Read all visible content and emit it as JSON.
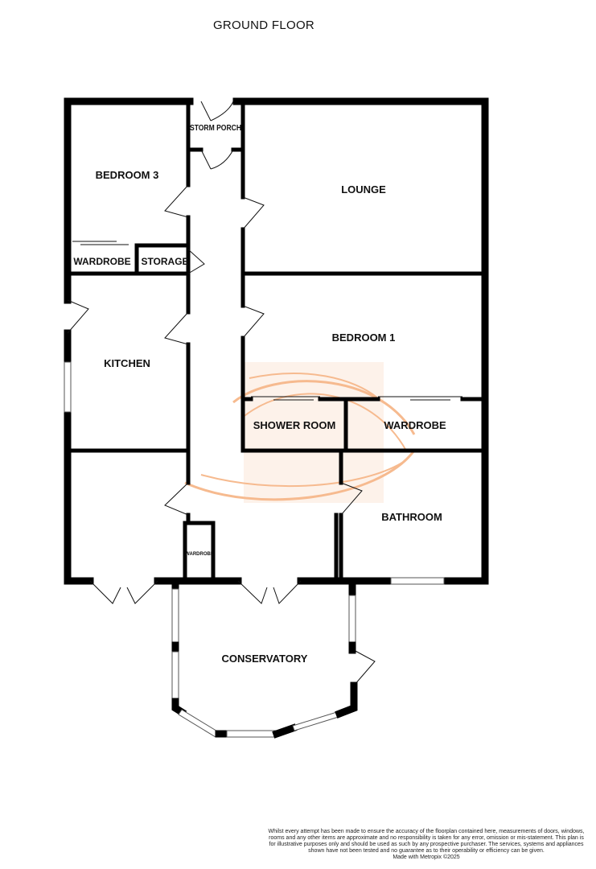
{
  "floor_title": "GROUND FLOOR",
  "rooms": {
    "bedroom3": "BEDROOM 3",
    "storm_porch": "STORM PORCH",
    "lounge": "LOUNGE",
    "wardrobe_b3": "WARDROBE",
    "storage": "STORAGE",
    "kitchen": "KITCHEN",
    "bedroom1": "BEDROOM 1",
    "shower_room": "SHOWER ROOM",
    "wardrobe_b1": "WARDROBE",
    "bathroom": "BATHROOM",
    "wardrobe_small": "WARDROBE",
    "conservatory": "CONSERVATORY"
  },
  "disclaimer": {
    "text": "Whilst every attempt has been made to ensure the accuracy of the floorplan contained here, measurements of doors, windows, rooms and any other items are approximate and no responsibility is taken for any error, omission or mis-statement. This plan is for illustrative purposes only and should be used as such by any prospective purchaser. The services, systems and appliances shown have not been tested and no guarantee as to their operability or efficiency can be given.",
    "credit": "Made with Metropix ©2025"
  },
  "colors": {
    "wall": "#000000",
    "watermark": "#f4a46a"
  },
  "icons": {
    "watermark": "agent-logo-watermark"
  }
}
